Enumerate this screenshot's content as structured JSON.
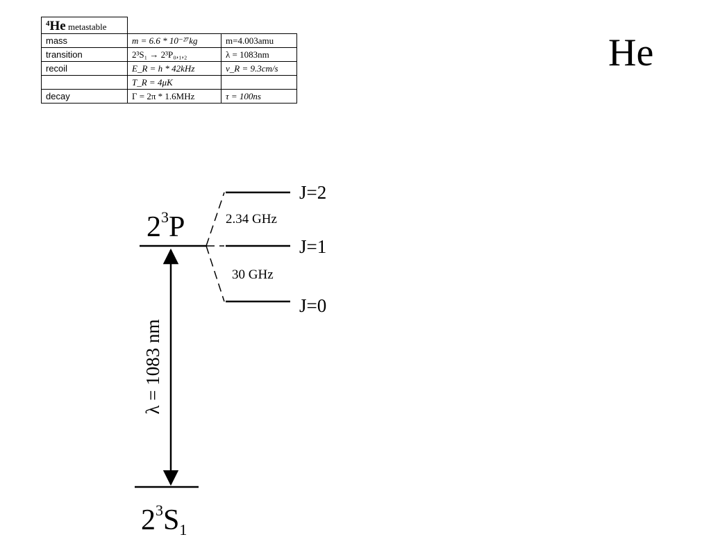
{
  "page": {
    "title": "He"
  },
  "table": {
    "caption": {
      "isotope_mass_number": "4",
      "element": "He",
      "state": "metastable"
    },
    "rows": [
      {
        "label": "mass",
        "value1": "m = 6.6 * 10⁻²⁷kg",
        "value2": "m=4.003amu"
      },
      {
        "label": "transition",
        "value1": "2³S₁ → 2³P₀,₁,₂",
        "value2": "λ = 1083nm"
      },
      {
        "label": "recoil",
        "value1": "E_R = h * 42kHz",
        "value2": "v_R = 9.3cm/s"
      },
      {
        "label": "",
        "value1": "T_R = 4μK",
        "value2": ""
      },
      {
        "label": "decay",
        "value1": "Γ = 2π * 1.6MHz",
        "value2": "τ = 100ns"
      }
    ]
  },
  "diagram": {
    "upper_level": {
      "term": "P",
      "n": "2",
      "multiplicity": "3"
    },
    "lower_level": {
      "term": "S",
      "n": "2",
      "multiplicity": "3",
      "j": "1"
    },
    "sublevels": [
      {
        "label": "J=2"
      },
      {
        "label": "J=1"
      },
      {
        "label": "J=0"
      }
    ],
    "splittings": [
      {
        "label": "2.34 GHz"
      },
      {
        "label": "30 GHz"
      }
    ],
    "transition_wavelength": "λ = 1083 nm"
  }
}
